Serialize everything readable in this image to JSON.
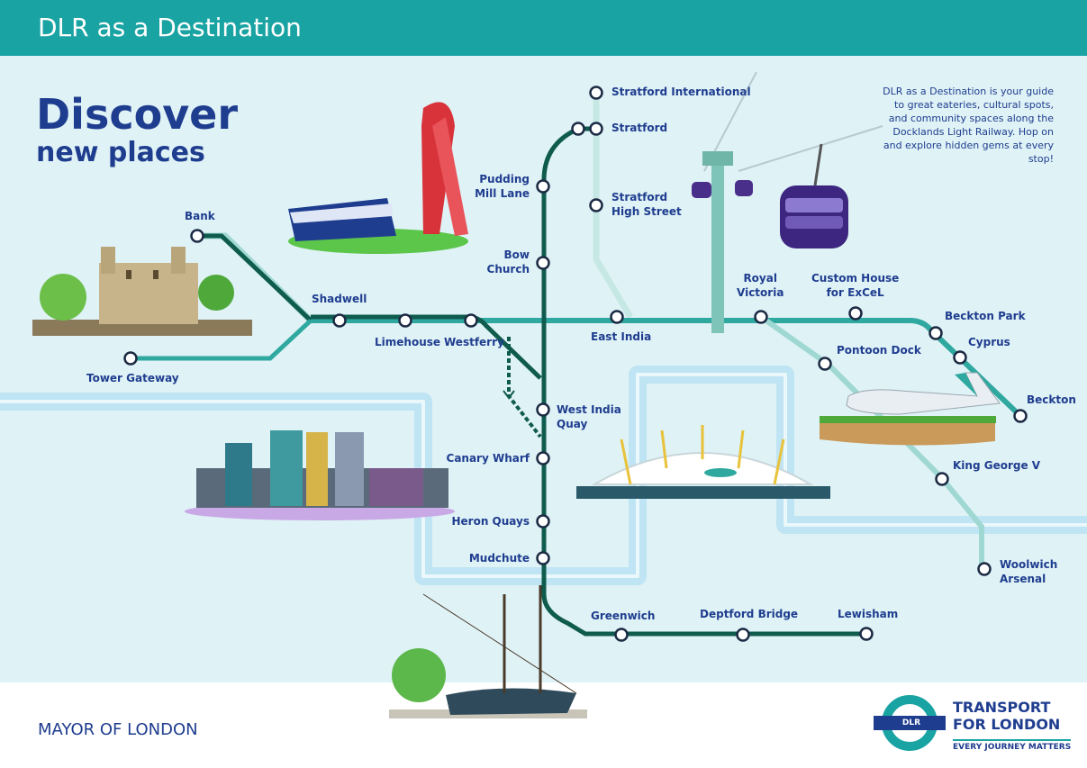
{
  "header": {
    "title": "DLR as a Destination"
  },
  "hero": {
    "title": "Discover",
    "subtitle": "new places"
  },
  "intro_text": "DLR as a Destination is your guide to great eateries, cultural spots, and community spaces along the Docklands Light Railway. Hop on and explore hidden gems at every stop!",
  "stations": {
    "stratford_international": "Stratford International",
    "stratford": "Stratford",
    "stratford_high_street": "Stratford\nHigh Street",
    "pudding_mill_lane": "Pudding\nMill Lane",
    "bow_church": "Bow\nChurch",
    "bank": "Bank",
    "shadwell": "Shadwell",
    "limehouse": "Limehouse",
    "westferry": "Westferry",
    "tower_gateway": "Tower Gateway",
    "east_india": "East India",
    "royal_victoria": "Royal\nVictoria",
    "custom_house": "Custom House\nfor ExCeL",
    "beckton_park": "Beckton Park",
    "cyprus": "Cyprus",
    "beckton": "Beckton",
    "pontoon_dock": "Pontoon Dock",
    "king_george_v": "King George V",
    "woolwich_arsenal": "Woolwich\nArsenal",
    "west_india_quay": "West India\nQuay",
    "canary_wharf": "Canary Wharf",
    "heron_quays": "Heron Quays",
    "mudchute": "Mudchute",
    "greenwich": "Greenwich",
    "deptford_bridge": "Deptford Bridge",
    "lewisham": "Lewisham"
  },
  "footer": {
    "mayor": "MAYOR OF LONDON",
    "tfl_name": "TRANSPORT\nFOR LONDON",
    "tfl_tagline": "EVERY JOURNEY MATTERS",
    "roundel_label": "DLR"
  },
  "colors": {
    "header": "#1aa3a3",
    "map_background": "#dff2f6",
    "river": "#bfe4f3",
    "line_dark": "#0f5b4d",
    "line_teal": "#2fa89f",
    "line_light": "#9fd8d3",
    "text": "#1f3d8f",
    "station_fill": "#ffffff",
    "station_stroke": "#1c2a44"
  },
  "icons": [
    "tower-of-london",
    "olympic-stadium",
    "arcelormittal-orbit",
    "cable-car",
    "canary-wharf-skyline",
    "o2-arena",
    "airplane",
    "cutty-sark",
    "tfl-roundel"
  ]
}
